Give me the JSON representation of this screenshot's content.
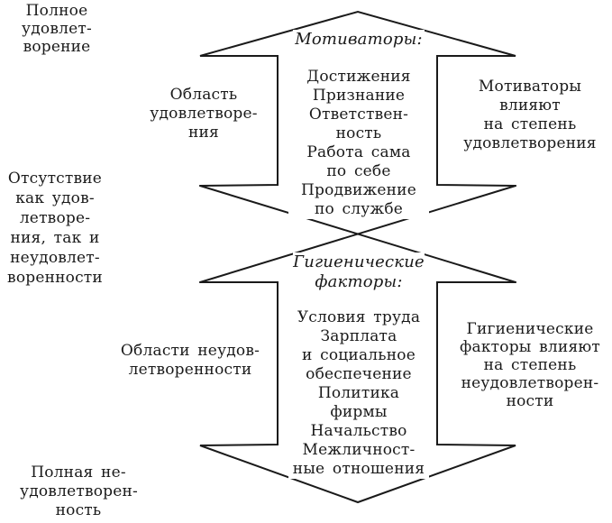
{
  "colors": {
    "background": "#ffffff",
    "line": "#1a1a1a",
    "text": "#1a1a1a"
  },
  "diagram": {
    "scale": {
      "top": "Полное\nудовлет-\nворение",
      "middle": "Отсутствие\nкак удов-\nлетворе-\nния, так и\nнеудовлет-\nворенности",
      "bottom": "Полная не-\nудовлетворен-\nность"
    },
    "motivators": {
      "title": "Мотиваторы:",
      "items": "Достижения\nПризнание\nОтветствен-\nность\nРабота сама\nпо себе\nПродвижение\nпо службе",
      "area_label": "Область\nудовлетворе-\nния",
      "effect_label": "Мотиваторы\nвлияют\nна степень\nудовлетворения"
    },
    "hygiene": {
      "title": "Гигиенические\nфакторы:",
      "items": "Условия труда\nЗарплата\nи социальное\nобеспечение\nПолитика\nфирмы\nНачальство\nМежличност-\nные отношения",
      "area_label": "Области неудов-\nлетворенности",
      "effect_label": "Гигиенические\nфакторы влияют\nна степень\nнеудовлетворен-\nности"
    }
  }
}
